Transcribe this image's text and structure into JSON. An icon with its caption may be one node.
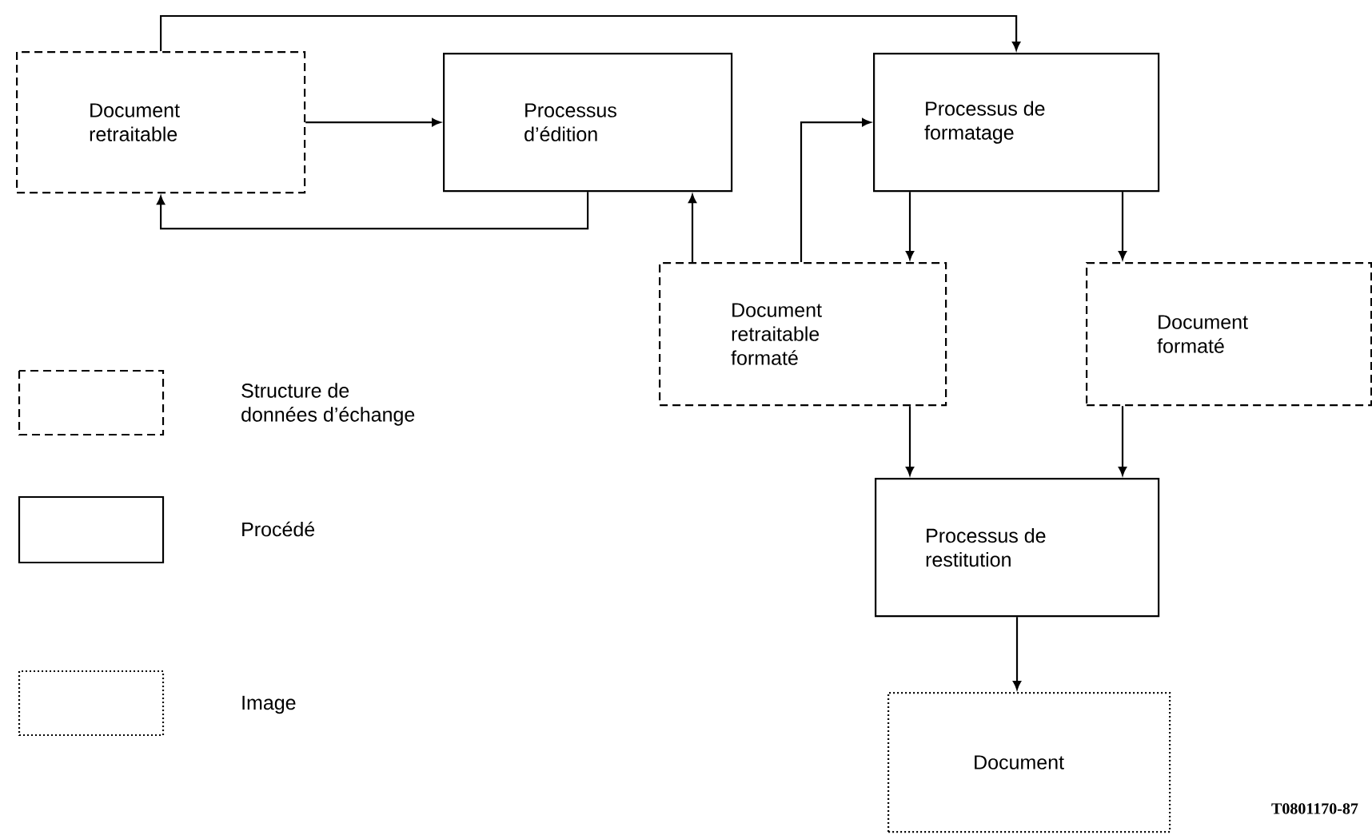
{
  "diagram": {
    "nodes": [
      {
        "text": [
          "Document retraitable"
        ]
      },
      {
        "text": [
          "Processus d’édition"
        ]
      },
      {
        "text": [
          "Processus de formatage"
        ]
      },
      {
        "text": [
          "Document retraitable formaté"
        ]
      },
      {
        "text": [
          "Document formaté"
        ]
      },
      {
        "text": [
          "Processus de restitution"
        ]
      },
      {
        "text": [
          "Document"
        ]
      }
    ],
    "edges": [
      {
        "from": 0,
        "to": 1,
        "arrow": "to"
      },
      {
        "from": 1,
        "to": 0,
        "arrow": "to"
      },
      {
        "from": 0,
        "to": 2,
        "arrow": "to"
      },
      {
        "from": 3,
        "to": 1,
        "arrow": "to"
      },
      {
        "from": 3,
        "to": 2,
        "arrow": "to"
      },
      {
        "from": 2,
        "to": 3,
        "arrow": "to"
      },
      {
        "from": 2,
        "to": 4,
        "arrow": "to"
      },
      {
        "from": 3,
        "to": 5,
        "arrow": "to"
      },
      {
        "from": 4,
        "to": 5,
        "arrow": "to"
      },
      {
        "from": 5,
        "to": 6,
        "arrow": "to"
      }
    ],
    "labels": [
      "T0801170-87"
    ],
    "legend": [
      {
        "text": "Structure de données d’échange"
      },
      {
        "text": "Procédé"
      },
      {
        "text": "Image"
      }
    ]
  }
}
